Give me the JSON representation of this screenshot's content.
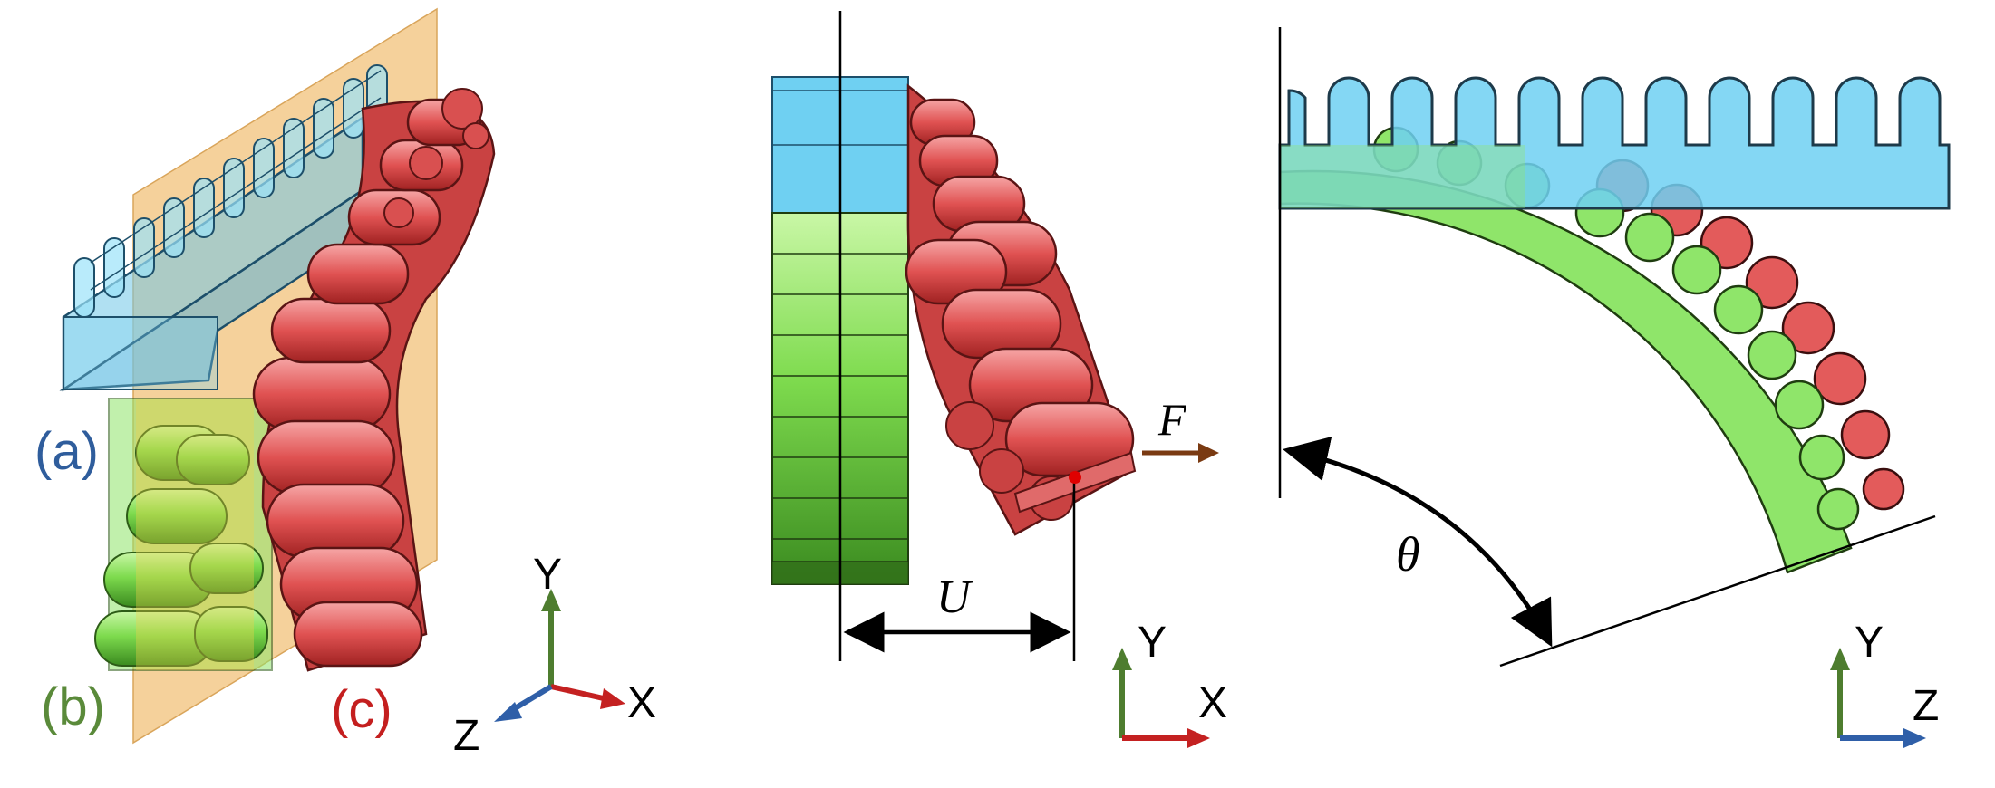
{
  "labels": {
    "a": "(a)",
    "b": "(b)",
    "c": "(c)",
    "force": "F",
    "displacement": "U",
    "angle": "θ"
  },
  "axes": {
    "left": {
      "up": "Y",
      "right": "X",
      "diag": "Z"
    },
    "middle": {
      "up": "Y",
      "right": "X"
    },
    "right": {
      "up": "Y",
      "right": "Z"
    }
  },
  "colors": {
    "part_a": "#6fd0f2",
    "part_b": "#8fe56a",
    "part_c": "#e35b5b",
    "plane": "#f3c98a",
    "label_a": "#2f5d9c",
    "label_b": "#5a8a3a",
    "label_c": "#c41f1f",
    "axis_y": "#4e7d2f",
    "axis_x": "#c42121",
    "axis_z": "#2f5fa8",
    "force_arrow": "#7a3a12",
    "point": "#e00000"
  }
}
